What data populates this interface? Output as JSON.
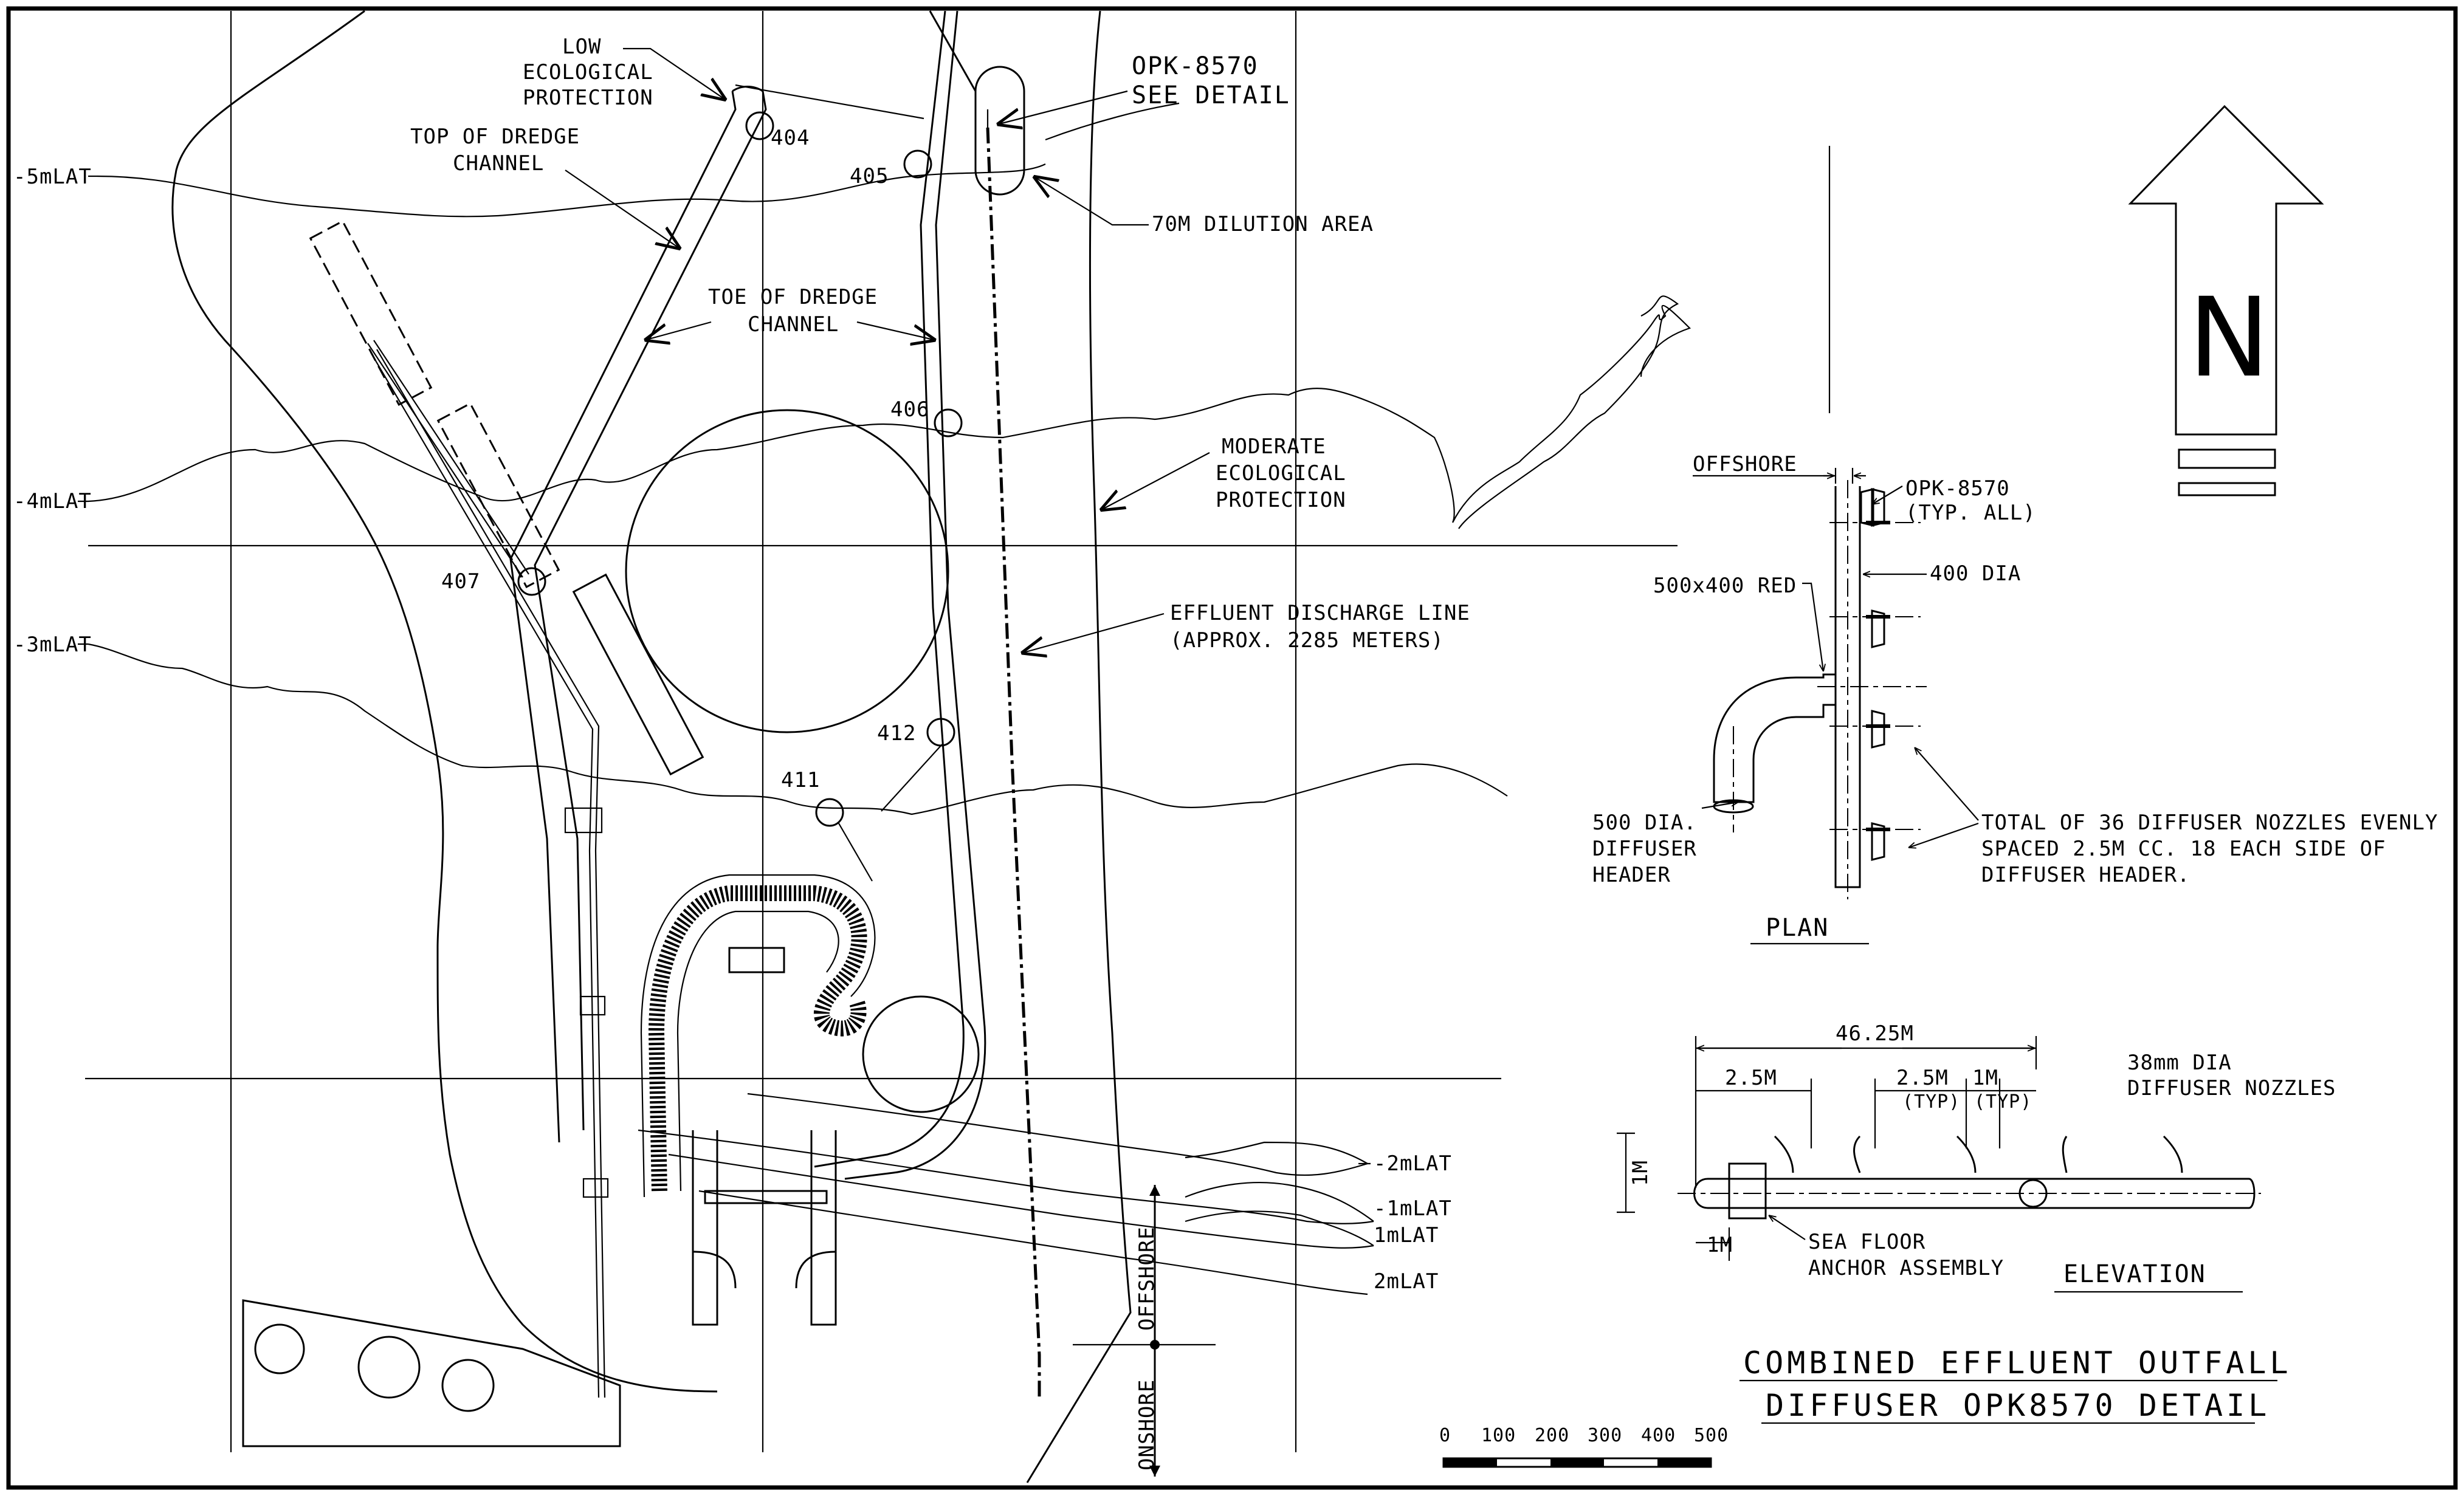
{
  "contours": {
    "m5": "-5mLAT",
    "m4": "-4mLAT",
    "m3": "-3mLAT",
    "m2": "-2mLAT",
    "m1": "-1mLAT",
    "p1": "1mLAT",
    "p2": "2mLAT"
  },
  "labels": {
    "low_eco": [
      "LOW",
      "ECOLOGICAL",
      "PROTECTION"
    ],
    "top_dredge": [
      "TOP OF DREDGE",
      "CHANNEL"
    ],
    "toe_dredge": [
      "TOE OF DREDGE",
      "CHANNEL"
    ],
    "opk_detail": [
      "OPK-8570",
      "SEE DETAIL"
    ],
    "dilution": "70M DILUTION AREA",
    "moderate_eco": [
      "MODERATE",
      "ECOLOGICAL",
      "PROTECTION"
    ],
    "effluent": [
      "EFFLUENT DISCHARGE LINE",
      "(APPROX. 2285 METERS)"
    ],
    "offshore_vertical": "OFFSHORE",
    "onshore_vertical": "ONSHORE"
  },
  "points": {
    "p404": "404",
    "p405": "405",
    "p406": "406",
    "p407": "407",
    "p411": "411",
    "p412": "412"
  },
  "north": {
    "letter": "N"
  },
  "plan": {
    "offshore": "OFFSHORE",
    "opk": [
      "OPK-8570",
      "(TYP. ALL)"
    ],
    "dia400": "400 DIA",
    "reducer": "500x400 RED",
    "header": [
      "500 DIA.",
      "DIFFUSER",
      "HEADER"
    ],
    "nozzles_note": [
      "TOTAL OF 36 DIFFUSER NOZZLES EVENLY",
      "SPACED 2.5M CC. 18 EACH SIDE OF",
      "DIFFUSER HEADER."
    ],
    "title": "PLAN"
  },
  "elevation": {
    "total": "46.25M",
    "first": "2.5M",
    "typ_spacing": "2.5M",
    "typ_spacing_note": "(TYP)",
    "typ_1m": "1M",
    "typ_1m_note": "(TYP)",
    "height": "1M",
    "anchor_width": "1M",
    "nozzles": [
      "38mm DIA",
      "DIFFUSER NOZZLES"
    ],
    "anchor": [
      "SEA FLOOR",
      "ANCHOR ASSEMBLY"
    ],
    "title": "ELEVATION"
  },
  "title_block": {
    "line1": "COMBINED EFFLUENT OUTFALL",
    "line2": "DIFFUSER OPK8570 DETAIL"
  },
  "scale_bar": {
    "ticks": [
      "0",
      "100",
      "200",
      "300",
      "400",
      "500"
    ]
  }
}
